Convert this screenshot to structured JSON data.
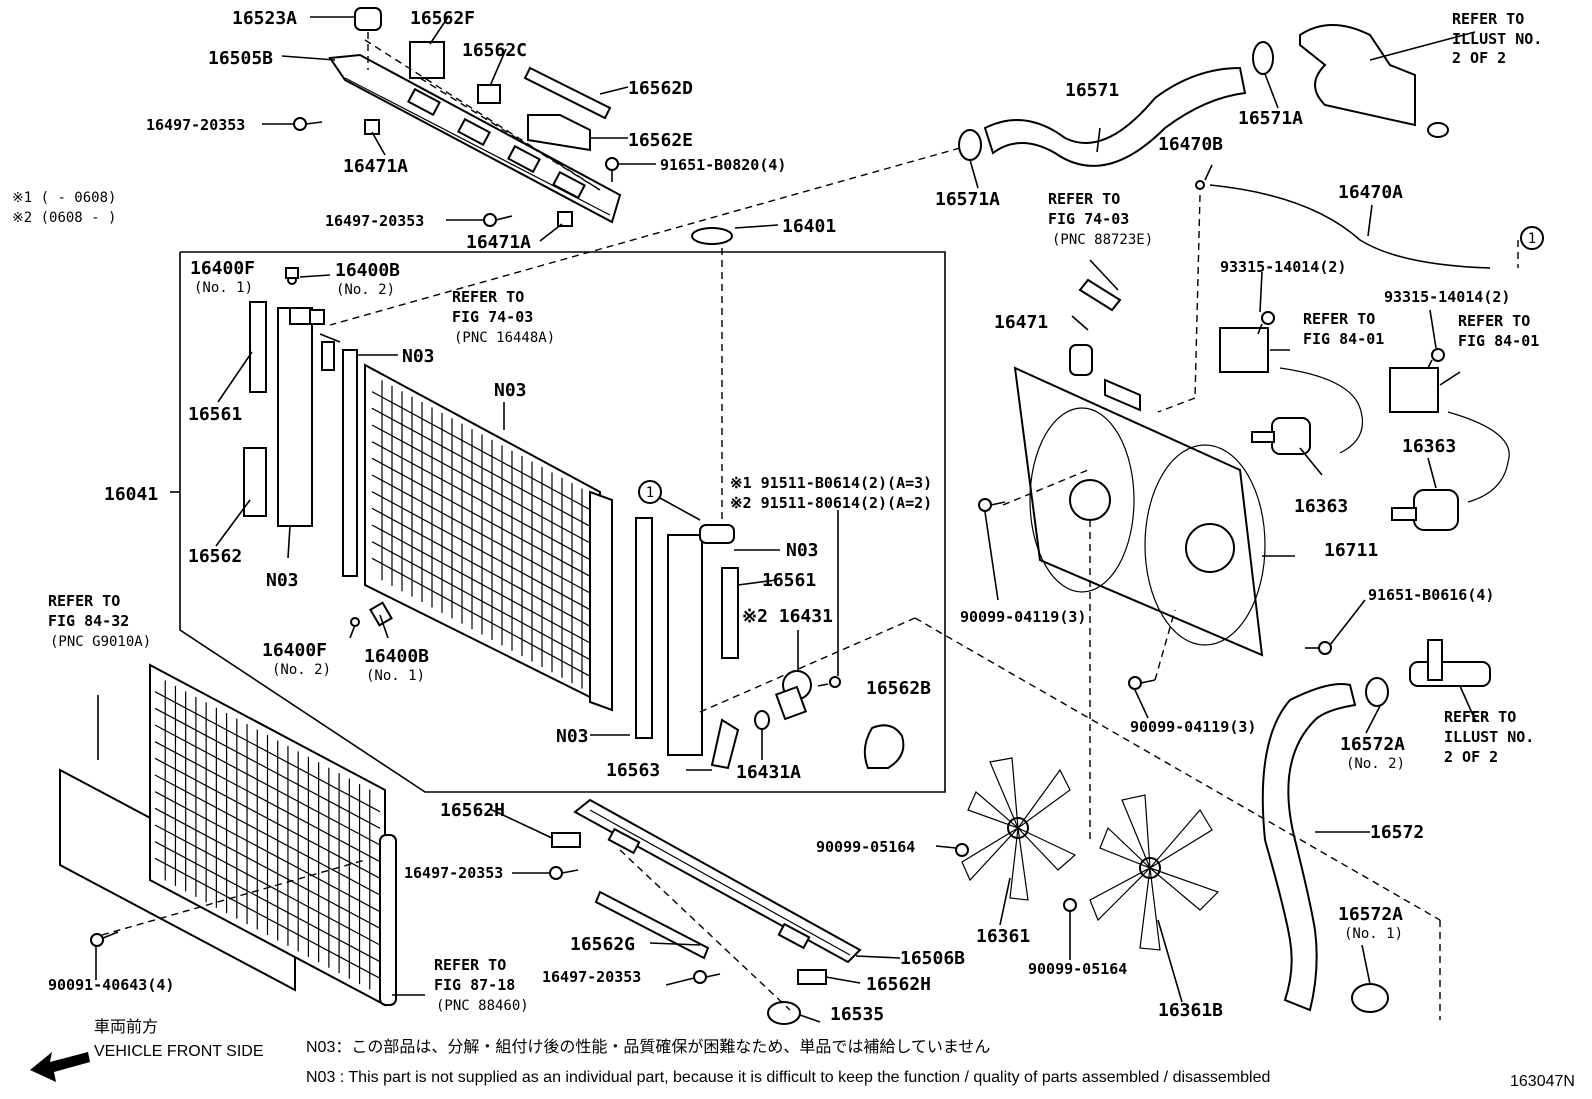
{
  "labels": {
    "p16523A": "16523A",
    "p16562F": "16562F",
    "p16505B": "16505B",
    "p16562C": "16562C",
    "p16562D": "16562D",
    "p16497_1": "16497-20353",
    "p16562E": "16562E",
    "p16471A_1": "16471A",
    "p91651_0820": "91651-B0820(4)",
    "p16497_2": "16497-20353",
    "p16471A_2": "16471A",
    "p16571": "16571",
    "p16571A_top": "16571A",
    "p16571A_2": "16571A",
    "p16470B": "16470B",
    "p16470A": "16470A",
    "p16401": "16401",
    "p16400F_1": "16400F",
    "p16400F_1_no": "(No. 1)",
    "p16400B_1": "16400B",
    "p16400B_1_no": "(No. 2)",
    "p16561_1": "16561",
    "p16041": "16041",
    "p16562_1": "16562",
    "pN03_1": "N03",
    "pN03_2": "N03",
    "pN03_3": "N03",
    "pN03_4": "N03",
    "pN03_5": "N03",
    "p16400F_2": "16400F",
    "p16400F_2_no": "(No. 2)",
    "p16400B_2": "16400B",
    "p16400B_2_no": "(No. 1)",
    "p91511_1": "※1 91511-B0614(2)(A=3)",
    "p91511_2": "※2 91511-80614(2)(A=2)",
    "p16561_2": "16561",
    "p16431": "※2 16431",
    "p16562B": "16562B",
    "p16563": "16563",
    "p16431A": "16431A",
    "p16471": "16471",
    "p93315_1": "93315-14014(2)",
    "p93315_2": "93315-14014(2)",
    "p16363_1": "16363",
    "p16363_2": "16363",
    "p16711": "16711",
    "p90099_04119_1": "90099-04119(3)",
    "p90099_04119_2": "90099-04119(3)",
    "p91651_0616": "91651-B0616(4)",
    "p16572A_1": "16572A",
    "p16572A_1_no": "(No. 2)",
    "p16572": "16572",
    "p16572A_2": "16572A",
    "p16572A_2_no": "(No. 1)",
    "p16562H_1": "16562H",
    "p16497_3": "16497-20353",
    "p16562G": "16562G",
    "p16497_4": "16497-20353",
    "p16506B": "16506B",
    "p16562H_2": "16562H",
    "p16535": "16535",
    "p90099_05164_1": "90099-05164",
    "p16361": "16361",
    "p90099_05164_2": "90099-05164",
    "p16361B": "16361B",
    "p90091": "90091-40643(4)",
    "circle_ref": "1"
  },
  "refs": {
    "r_illust_top": [
      "REFER TO",
      "ILLUST NO.",
      "2 OF 2"
    ],
    "r_fig74_a": [
      "REFER TO",
      "FIG 74-03",
      "(PNC 88723E)"
    ],
    "r_fig74_b": [
      "REFER TO",
      "FIG 74-03",
      "(PNC 16448A)"
    ],
    "r_fig84_a": [
      "REFER TO",
      "FIG 84-01"
    ],
    "r_fig84_b": [
      "REFER TO",
      "FIG 84-01"
    ],
    "r_fig8432": [
      "REFER TO",
      "FIG 84-32",
      "(PNC G9010A)"
    ],
    "r_illust_bot": [
      "REFER TO",
      "ILLUST NO.",
      "2 OF 2"
    ],
    "r_fig8718": [
      "REFER TO",
      "FIG 87-18",
      "(PNC 88460)"
    ]
  },
  "legend": {
    "mark1": "※1 (      - 0608)",
    "mark2": "※2 (0608 -      )"
  },
  "footer": {
    "direction_jp": "車両前方",
    "direction_en": "VEHICLE FRONT SIDE",
    "note_jp": "N03：この部品は、分解・組付け後の性能・品質確保が困難なため、単品では補給していません",
    "note_en": "N03 : This part is not supplied as an individual part, because it is difficult to keep the function / quality of parts assembled / disassembled",
    "figure_id": "163047N"
  }
}
